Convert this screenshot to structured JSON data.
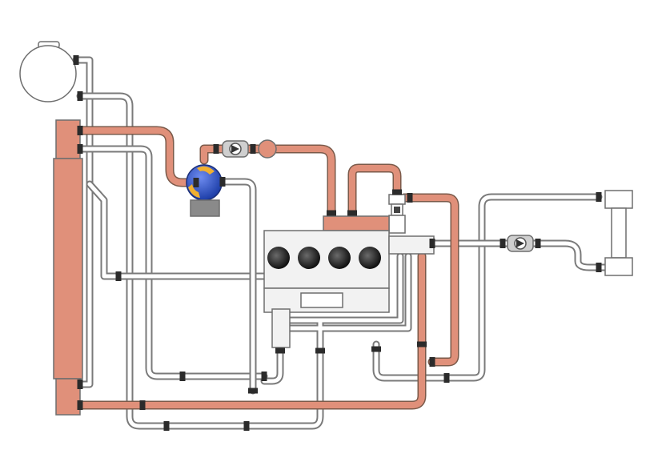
{
  "colors": {
    "background": "#ffffff",
    "hot_pipe": "#e0907a",
    "hot_pipe_edge": "#7a5a4a",
    "cold_pipe": "#ffffff",
    "cold_pipe_edge": "#7a7a7a",
    "engine_block": "#f2f2f2",
    "cylinder": "#2a2a2a",
    "pump": "#2f5fd0",
    "pump_accent": "#f0b030",
    "clamp": "#2b2b2b"
  },
  "components": {
    "expansion_tank": "expansion-tank",
    "radiator": "radiator",
    "water_pump": "water-pump",
    "pump_motor": "pump-motor",
    "engine_block": "engine-block",
    "cylinder_count": 4,
    "heater_core": "heater-core",
    "valves": [
      "valve-left",
      "valve-middle",
      "valve-right"
    ],
    "thermostat": "thermostat"
  }
}
